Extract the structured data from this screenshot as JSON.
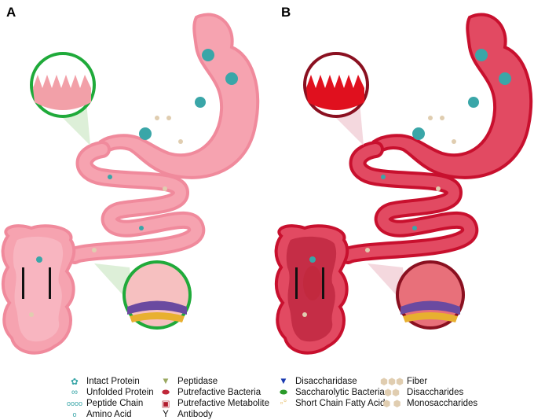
{
  "panels": [
    {
      "label": "A",
      "condition": "healthy",
      "tissue_color": "#f08a9c",
      "mucosa_color": "#f9c7cf",
      "zoom_ring_color": "#1faa3a"
    },
    {
      "label": "B",
      "condition": "inflamed",
      "tissue_color": "#c8102e",
      "mucosa_color": "#e8607a",
      "zoom_ring_color": "#8a1020"
    }
  ],
  "legend": [
    {
      "icon": "intact-protein-icon",
      "label": "Intact Protein",
      "color": "#3aa6a8"
    },
    {
      "icon": "unfolded-protein-icon",
      "label": "Unfolded Protein",
      "color": "#3aa6a8"
    },
    {
      "icon": "peptide-chain-icon",
      "label": "Peptide Chain",
      "color": "#3aa6a8"
    },
    {
      "icon": "amino-acid-icon",
      "label": "Amino Acid",
      "color": "#3aa6a8"
    },
    {
      "icon": "peptidase-icon",
      "label": "Peptidase",
      "color": "#9aa860"
    },
    {
      "icon": "putrefactive-bacteria-icon",
      "label": "Putrefactive Bacteria",
      "color": "#c0283a"
    },
    {
      "icon": "putrefactive-metabolite-icon",
      "label": "Putrefactive Metabolite",
      "color": "#b01c2e"
    },
    {
      "icon": "antibody-icon",
      "label": "Antibody",
      "color": "#000000"
    },
    {
      "icon": "disaccharidase-icon",
      "label": "Disaccharidase",
      "color": "#1a3ab0"
    },
    {
      "icon": "saccharolytic-bacteria-icon",
      "label": "Saccharolytic Bacteria",
      "color": "#2a9a2a"
    },
    {
      "icon": "short-chain-fatty-acid-icon",
      "label": "Short Chain Fatty Acid",
      "color": "#e8c070"
    },
    {
      "icon": "fiber-icon",
      "label": "Fiber",
      "color": "#e0cdb0"
    },
    {
      "icon": "disaccharides-icon",
      "label": "Disaccharides",
      "color": "#e0cdb0"
    },
    {
      "icon": "monosaccharides-icon",
      "label": "Monosaccharides",
      "color": "#e0cdb0"
    }
  ]
}
